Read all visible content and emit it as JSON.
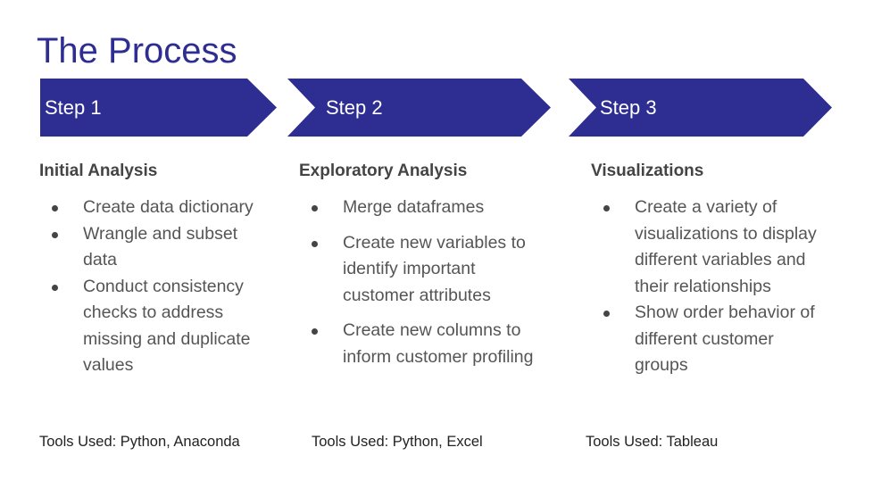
{
  "title": "The Process",
  "colors": {
    "accent": "#2e2d92",
    "text": "#555555",
    "heading": "#444444"
  },
  "steps": [
    {
      "label": "Step 1",
      "heading": "Initial Analysis",
      "bullets": [
        "Create data dictionary",
        "Wrangle and subset data",
        "Conduct consistency checks to address missing and duplicate values"
      ],
      "tools": "Tools Used: Python, Anaconda"
    },
    {
      "label": "Step 2",
      "heading": "Exploratory Analysis",
      "bullets": [
        "Merge dataframes",
        "Create new variables to identify important customer attributes",
        "Create new columns to inform customer profiling"
      ],
      "tools": "Tools Used: Python, Excel"
    },
    {
      "label": "Step 3",
      "heading": "Visualizations",
      "bullets": [
        "Create a variety of visualizations to display different variables and their relationships",
        "Show order behavior of different customer groups"
      ],
      "tools": "Tools Used: Tableau"
    }
  ]
}
